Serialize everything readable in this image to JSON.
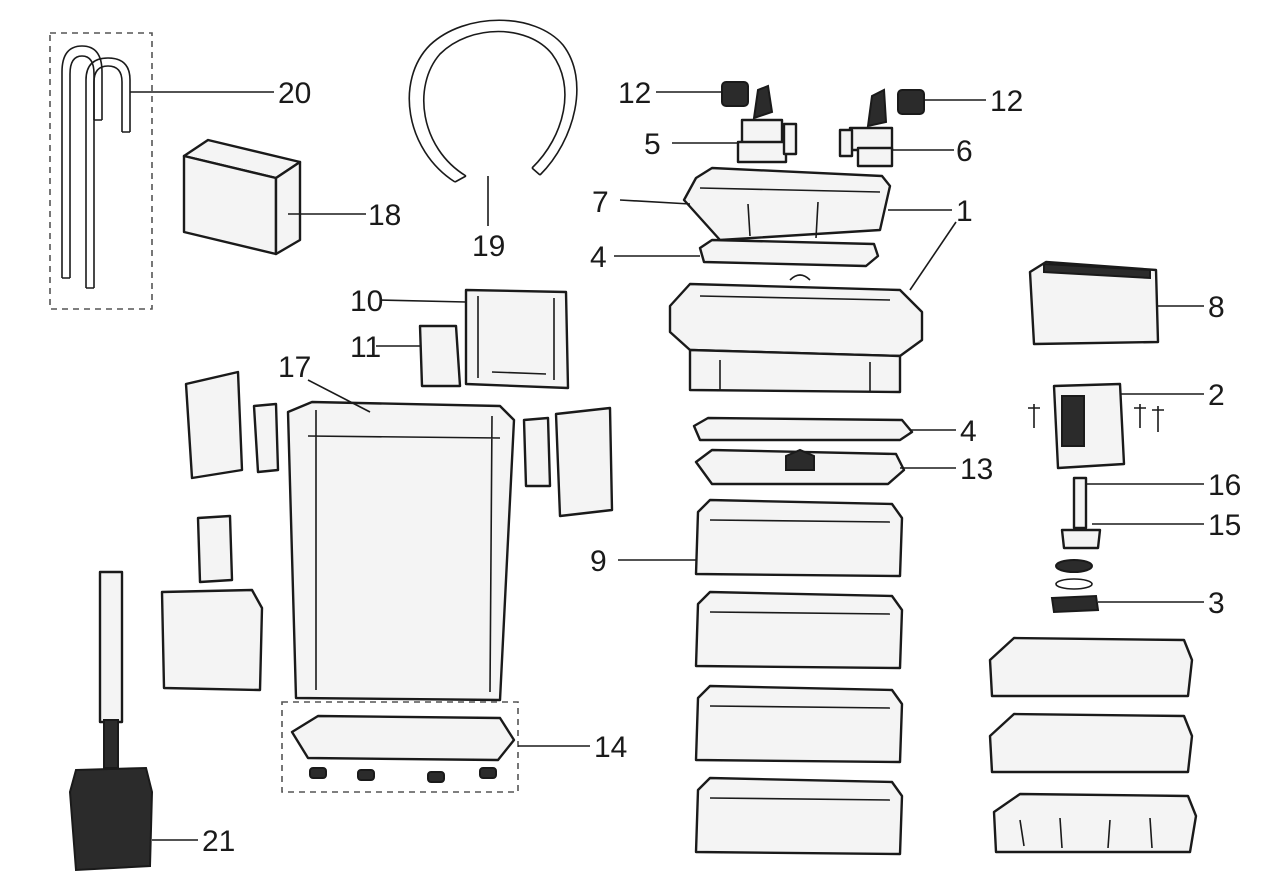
{
  "callouts": [
    {
      "id": "c20",
      "label": "20"
    },
    {
      "id": "c18",
      "label": "18"
    },
    {
      "id": "c19",
      "label": "19"
    },
    {
      "id": "c12a",
      "label": "12"
    },
    {
      "id": "c12b",
      "label": "12"
    },
    {
      "id": "c5",
      "label": "5"
    },
    {
      "id": "c6",
      "label": "6"
    },
    {
      "id": "c7",
      "label": "7"
    },
    {
      "id": "c1",
      "label": "1"
    },
    {
      "id": "c4a",
      "label": "4"
    },
    {
      "id": "c4b",
      "label": "4"
    },
    {
      "id": "c10",
      "label": "10"
    },
    {
      "id": "c11",
      "label": "11"
    },
    {
      "id": "c17",
      "label": "17"
    },
    {
      "id": "c8",
      "label": "8"
    },
    {
      "id": "c2",
      "label": "2"
    },
    {
      "id": "c13",
      "label": "13"
    },
    {
      "id": "c16",
      "label": "16"
    },
    {
      "id": "c15",
      "label": "15"
    },
    {
      "id": "c9",
      "label": "9"
    },
    {
      "id": "c3",
      "label": "3"
    },
    {
      "id": "c14",
      "label": "14"
    },
    {
      "id": "c21",
      "label": "21"
    }
  ]
}
